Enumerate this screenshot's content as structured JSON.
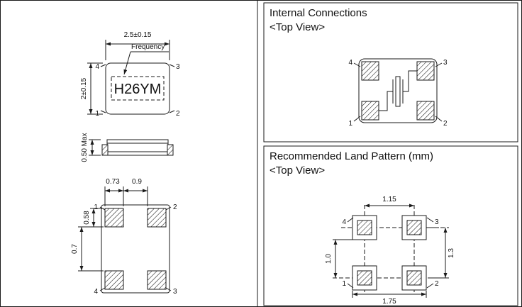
{
  "sections": {
    "internal_connections": {
      "title": "Internal Connections",
      "subtitle": "<Top View>"
    },
    "land_pattern": {
      "title": "Recommended Land Pattern (mm)",
      "subtitle": "<Top View>"
    }
  },
  "package_top_view": {
    "width_dim": "2.5±0.15",
    "height_dim": "2±0.15",
    "marking": "H26YM",
    "marking_label": "Frequency",
    "pin_top_left": "4",
    "pin_top_right": "3",
    "pin_bottom_left": "1",
    "pin_bottom_right": "2"
  },
  "package_side_view": {
    "thickness_dim": "0.50 Max"
  },
  "package_bottom_view": {
    "pad_width_dim": "0.73",
    "pad_gap_x_dim": "0.9",
    "pad_height_dim": "0.58",
    "pad_gap_y_dim": "0.7",
    "pin_top_left": "1",
    "pin_top_right": "2",
    "pin_bottom_left": "4",
    "pin_bottom_right": "3"
  },
  "internal_connections_view": {
    "pin_top_left": "4",
    "pin_top_right": "3",
    "pin_bottom_left": "1",
    "pin_bottom_right": "2"
  },
  "land_pattern_view": {
    "dim_top": "1.15",
    "dim_bottom": "1.75",
    "dim_left": "1.0",
    "dim_right": "1.3",
    "pin_top_left": "4",
    "pin_top_right": "3",
    "pin_bottom_left": "1",
    "pin_bottom_right": "2"
  },
  "colors": {
    "line": "#1a1a1a",
    "background": "#ffffff"
  }
}
